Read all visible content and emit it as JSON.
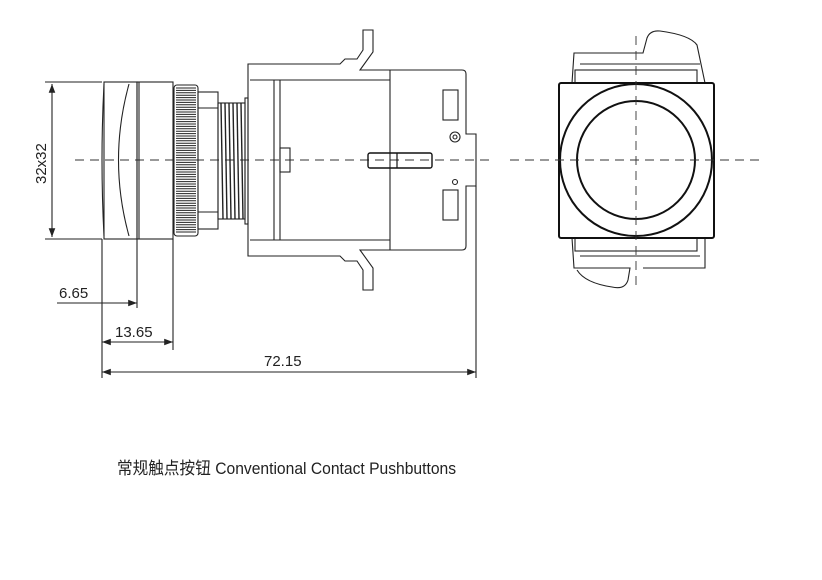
{
  "dimensions": {
    "face_size": "32x32",
    "lens_depth": "6.65",
    "bezel_depth": "13.65",
    "overall_length": "72.15"
  },
  "caption": {
    "chinese": "常规触点按钮",
    "english": "Conventional Contact Pushbuttons"
  }
}
